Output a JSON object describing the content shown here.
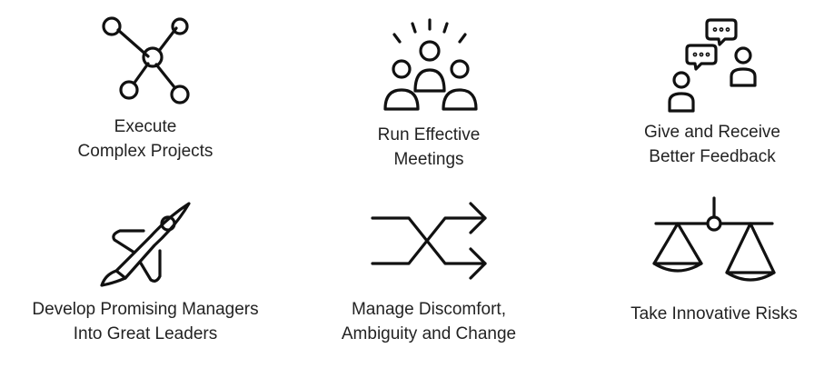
{
  "items": [
    {
      "icon": "network-nodes-icon",
      "lines": [
        "Execute",
        "Complex Projects"
      ]
    },
    {
      "icon": "team-meeting-icon",
      "lines": [
        "Run Effective",
        "Meetings"
      ]
    },
    {
      "icon": "feedback-conversation-icon",
      "lines": [
        "Give and Receive",
        "Better Feedback"
      ]
    },
    {
      "icon": "rocket-icon",
      "lines": [
        "Develop Promising Managers",
        "Into Great Leaders"
      ]
    },
    {
      "icon": "crossing-arrows-icon",
      "lines": [
        "Manage Discomfort,",
        "Ambiguity and Change"
      ]
    },
    {
      "icon": "balance-scale-icon",
      "lines": [
        "Take Innovative Risks"
      ]
    }
  ]
}
